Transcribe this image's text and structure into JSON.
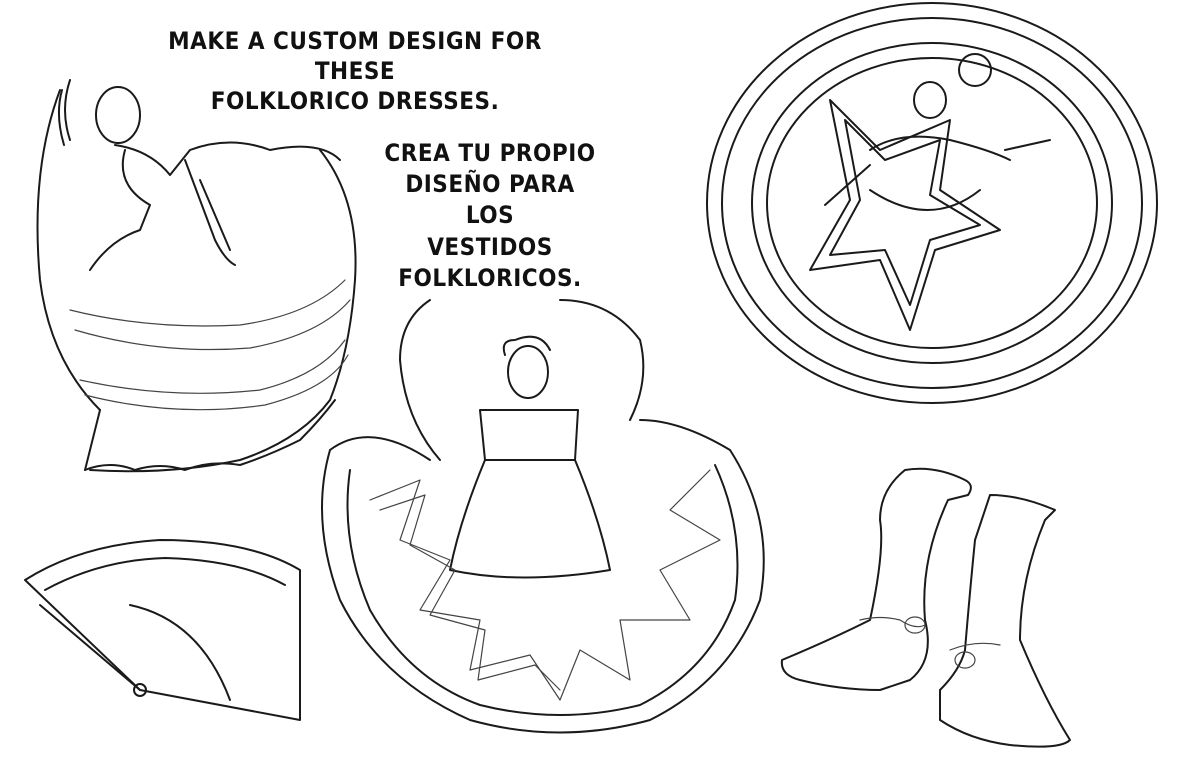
{
  "page": {
    "type": "coloring-page"
  },
  "heading_en": {
    "lines": [
      "MAKE A CUSTOM DESIGN FOR THESE",
      "FOLKLORICO DRESSES."
    ]
  },
  "heading_es": {
    "lines": [
      "CREA TU PROPIO",
      "DISEÑO PARA LOS",
      "VESTIDOS",
      "FOLKLORICOS."
    ]
  },
  "illustrations": [
    {
      "name": "dancer-side-view"
    },
    {
      "name": "dancer-front-skirt-spread"
    },
    {
      "name": "dancer-top-view-circular-skirt"
    },
    {
      "name": "folding-fan"
    },
    {
      "name": "cowboy-boots"
    }
  ]
}
